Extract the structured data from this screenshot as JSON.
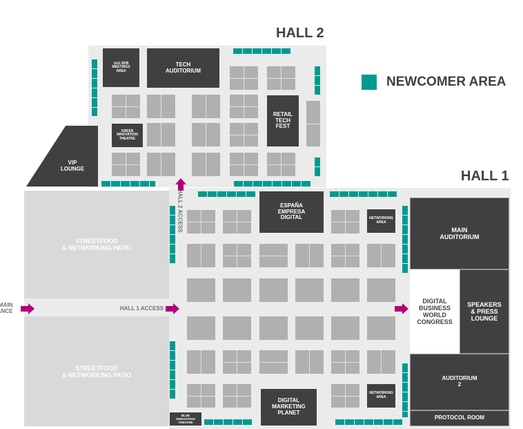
{
  "halls": {
    "hall2_title": "HALL 2",
    "hall1_title": "HALL 1"
  },
  "legend": {
    "label": "NEWCOMER AREA",
    "color": "#009a90"
  },
  "colors": {
    "room": "#404040",
    "booth": "#b0b0b0",
    "newcomer": "#009a90",
    "arrow": "#b0007a",
    "hall_floor": "#ebebeb",
    "patio": "#d9d9d9"
  },
  "hall2": {
    "b2b_meetings": "1to1 B2B\nMEETINGS\nAREA",
    "tech_auditorium": "TECH\nAUDITORIUM",
    "green_theatre": "GREEN\nINNOVATION\nTHEATRE",
    "retail_tech_fest": "RETAIL\nTECH\nFEST",
    "vip_lounge": "VIP\nLOUNGE"
  },
  "hall1": {
    "espana": "ESPAÑA\nEMPRESA\nDIGITAL",
    "networking_top": "NETWORKING\nAREA",
    "networking_bottom": "NETWORKING\nAREA",
    "digital_marketing": "DIGITAL\nMARKETING\nPLANET",
    "blue_theatre": "BLUE\nINNOVATION\nTHEATRE",
    "main_auditorium": "MAIN\nAUDITORIUM",
    "dbwc": "DIGITAL\nBUSINESS\nWORLD\nCONGRESS",
    "speakers_lounge": "SPEAKERS\n& PRESS\nLOUNGE",
    "auditorium2": "AUDITORIUM\n2",
    "protocol_room": "PROTOCOL ROOM",
    "hall2_access": "HALL 2 ACCESS",
    "hall1_access": "HALL 1 ACCESS"
  },
  "outside": {
    "patio_top": "STREETFOOD\n& NETWORKING PATIO",
    "patio_bottom": "STREETFOOD\n& NETWORKING PATIO",
    "main_entrance": "MAIN\nENTRANCE"
  }
}
